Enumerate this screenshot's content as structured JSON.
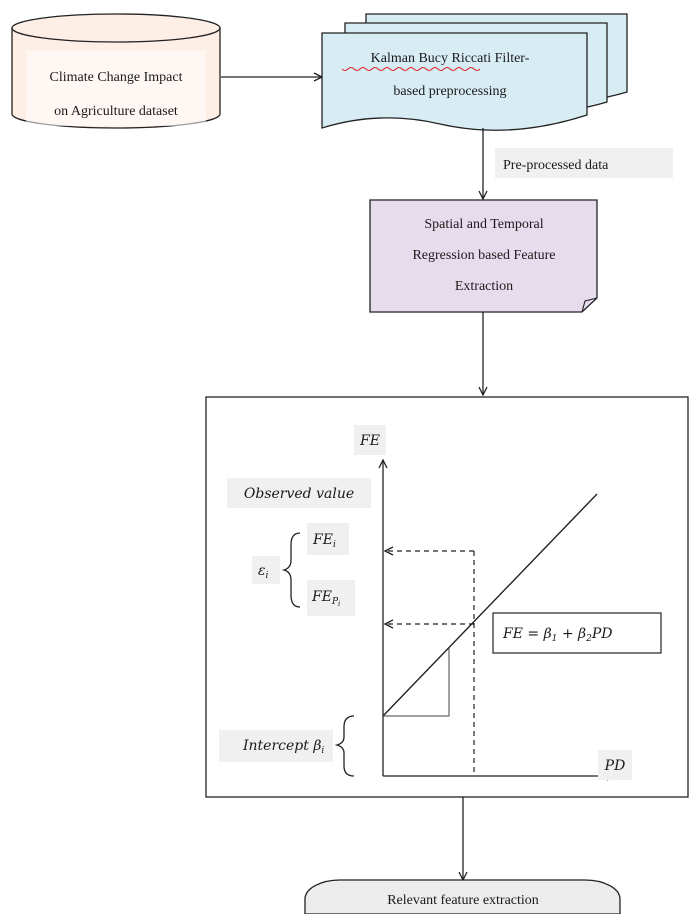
{
  "dataset": {
    "line1": "Climate Change Impact",
    "line2": "on Agriculture dataset"
  },
  "preprocessing": {
    "line1": "Kalman Bucy Riccati Filter-",
    "line2": "based preprocessing"
  },
  "preprocessed_label": "Pre-processed data",
  "feature_extraction": {
    "line1": "Spatial and Temporal",
    "line2": "Regression based Feature",
    "line3": "Extraction"
  },
  "graph": {
    "y_axis": "FE",
    "x_axis": "PD",
    "observed_value": "Observed value",
    "fe_i": "FE",
    "fe_i_sub": "i",
    "fe_pi": "FE",
    "fe_pi_sub": "P",
    "fe_pi_subsub": "i",
    "epsilon": "ε",
    "epsilon_sub": "i",
    "intercept": "Intercept β",
    "intercept_sub": "i",
    "equation_main": "FE = β",
    "equation_sub1": "1",
    "equation_mid": " + β",
    "equation_sub2": "2",
    "equation_end": "PD"
  },
  "output": "Relevant feature extraction",
  "colors": {
    "dataset_fill": "#fdeee6",
    "preprocessing_fill": "#d8ecf3",
    "feature_fill": "#e6dcec",
    "output_fill": "#ececec",
    "stroke": "#222222"
  }
}
